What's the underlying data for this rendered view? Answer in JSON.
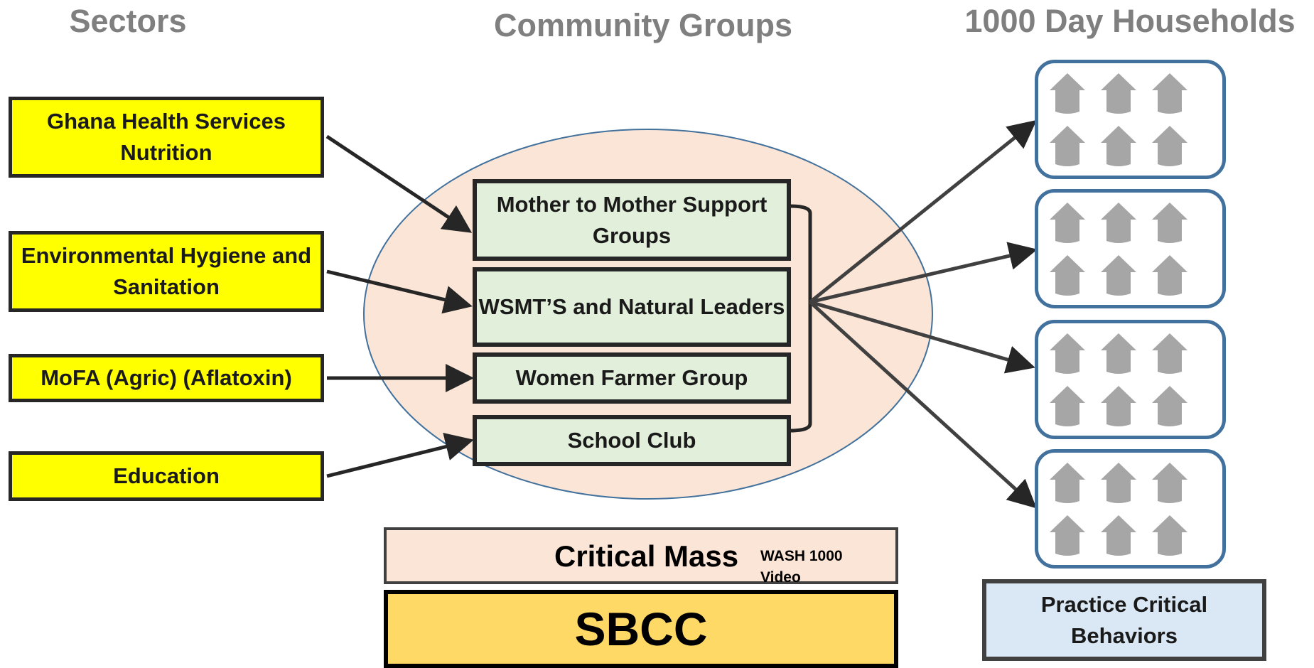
{
  "headers": {
    "sectors": "Sectors",
    "community_groups": "Community Groups",
    "households": "1000 Day Households"
  },
  "sectors": [
    {
      "label": "Ghana Health Services Nutrition"
    },
    {
      "label": "Environmental Hygiene and Sanitation"
    },
    {
      "label": "MoFA (Agric) (Aflatoxin)"
    },
    {
      "label": "Education"
    }
  ],
  "groups": [
    {
      "label": "Mother to Mother Support Groups"
    },
    {
      "label": "WSMT’S and Natural Leaders"
    },
    {
      "label": "Women Farmer Group"
    },
    {
      "label": "School Club"
    }
  ],
  "household_icon": "house-icon",
  "critical_mass": {
    "label": "Critical Mass",
    "sublabel": "WASH 1000 Video"
  },
  "sbcc": {
    "label": "SBCC"
  },
  "practice": {
    "label": "Practice Critical Behaviors"
  },
  "colors": {
    "sector_fill": "#ffff00",
    "group_fill": "#e2efda",
    "ellipse_fill": "#fbe5d6",
    "household_border": "#41719c",
    "house_fill": "#a6a6a6",
    "sbcc_fill": "#ffd966",
    "practice_fill": "#dae8f5",
    "header_text": "#7f7f7f"
  }
}
